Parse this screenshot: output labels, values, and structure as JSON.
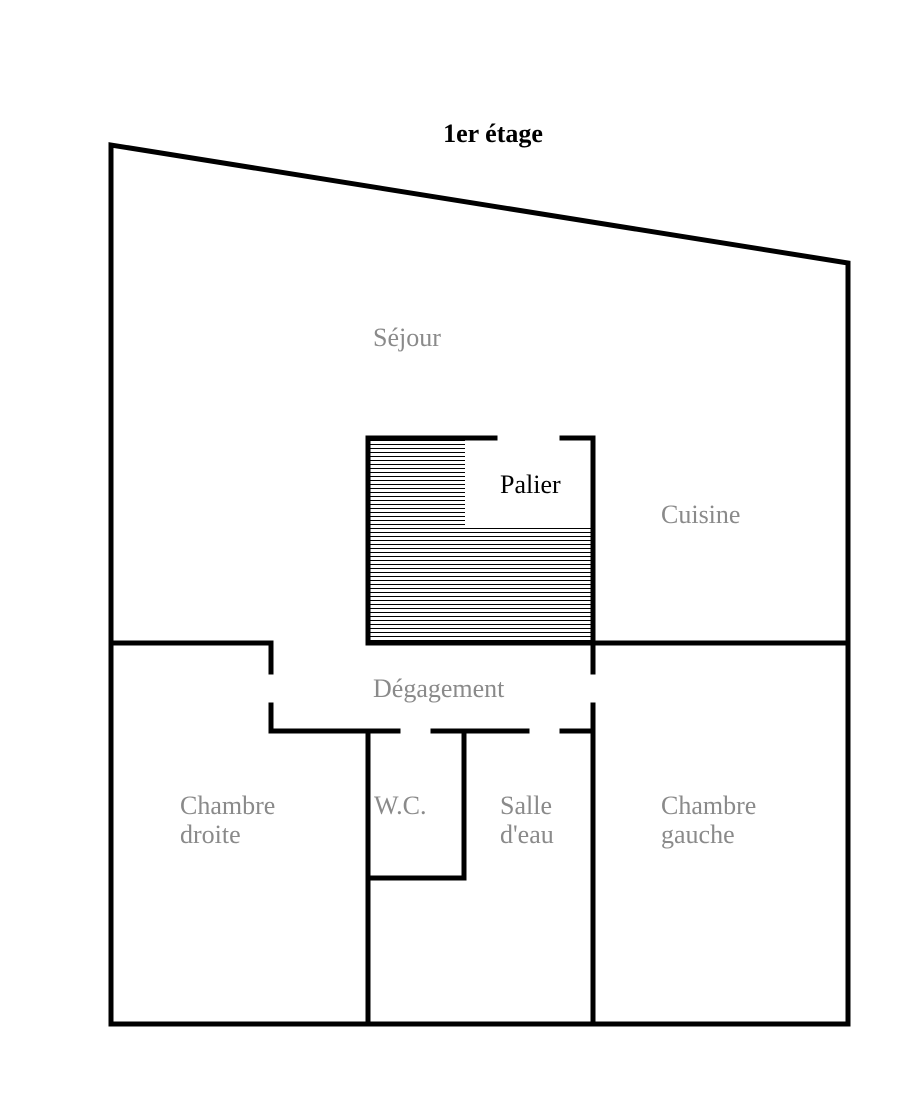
{
  "title": "1er étage",
  "rooms": {
    "sejour": "Séjour",
    "palier": "Palier",
    "cuisine": "Cuisine",
    "degagement": "Dégagement",
    "chambre_droite": [
      "Chambre",
      "droite"
    ],
    "wc": "W.C.",
    "salle_deau": [
      "Salle",
      "d'eau"
    ],
    "chambre_gauche": [
      "Chambre",
      "gauche"
    ]
  }
}
